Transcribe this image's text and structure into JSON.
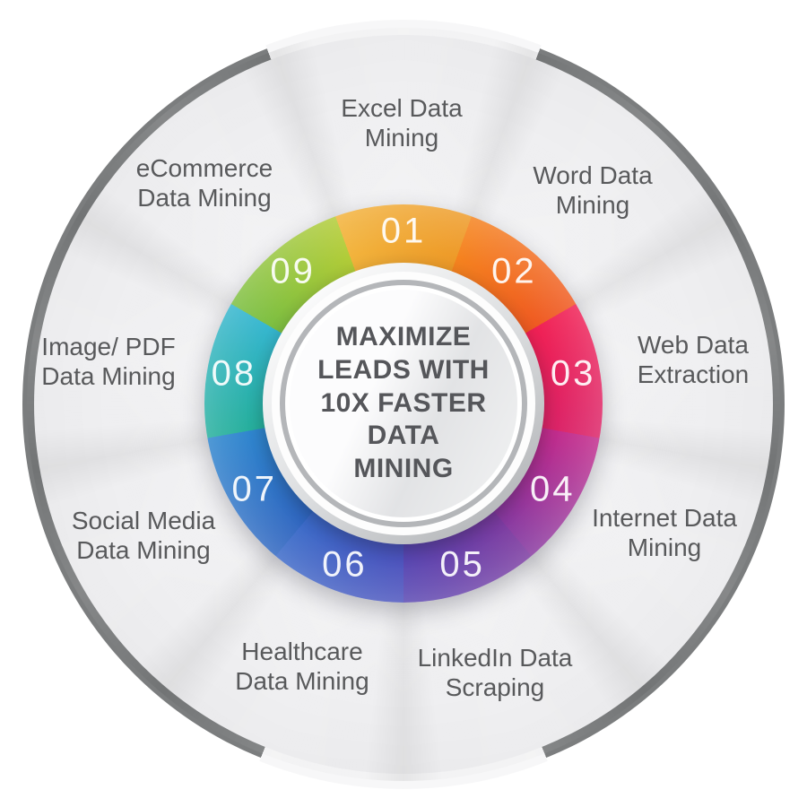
{
  "background_color": "#ffffff",
  "outer_ring_color": "#7b7d7e",
  "disc_color": "#efeff1",
  "label_color": "#58595b",
  "center": {
    "title": "MAXIMIZE\nLEADS WITH\n10X FASTER\nDATA\nMINING",
    "text_color": "#55565a"
  },
  "segments": [
    {
      "number": "01",
      "label": "Excel Data\nMining",
      "color_start": "#F2B33C",
      "color_end": "#EE9A28"
    },
    {
      "number": "02",
      "label": "Word Data\nMining",
      "color_start": "#F5831F",
      "color_end": "#EF5A22"
    },
    {
      "number": "03",
      "label": "Web Data\nExtraction",
      "color_start": "#F02155",
      "color_end": "#DB2468"
    },
    {
      "number": "04",
      "label": "Internet Data\nMining",
      "color_start": "#C22C8C",
      "color_end": "#8739A0"
    },
    {
      "number": "05",
      "label": "LinkedIn Data\nScraping",
      "color_start": "#7C3BA0",
      "color_end": "#5847B2"
    },
    {
      "number": "06",
      "label": "Healthcare\nData Mining",
      "color_start": "#4D53BD",
      "color_end": "#3B6AC8"
    },
    {
      "number": "07",
      "label": "Social Media\nData Mining",
      "color_start": "#3066C0",
      "color_end": "#2F86CE"
    },
    {
      "number": "08",
      "label": "Image/ PDF\nData Mining",
      "color_start": "#26AF9C",
      "color_end": "#36B6CF"
    },
    {
      "number": "09",
      "label": "eCommerce\nData Mining",
      "color_start": "#7DBF42",
      "color_end": "#B2CC38"
    }
  ]
}
